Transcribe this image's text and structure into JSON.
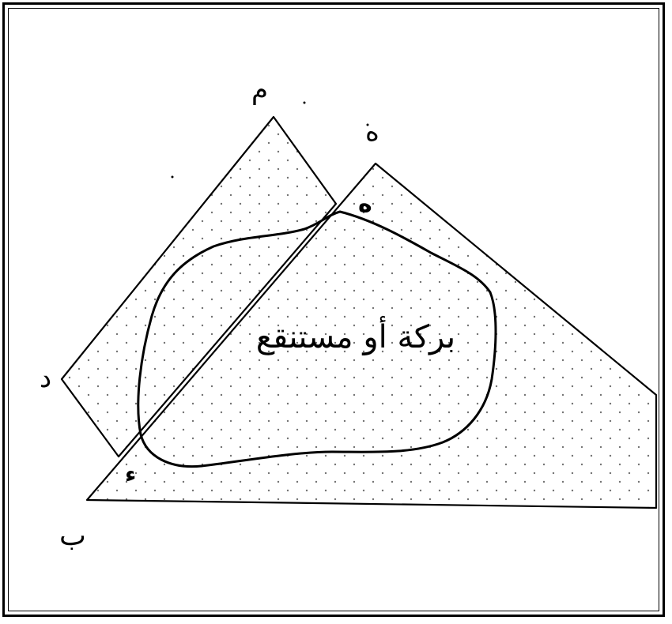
{
  "figure": {
    "labels": {
      "apex_left": "م",
      "apex_right": "ه",
      "intersection": "ه",
      "left_corner": "د",
      "bottom_corner": "ب",
      "lower_intersection": "ء"
    },
    "pond_label": "بركة أو مستنقع"
  }
}
